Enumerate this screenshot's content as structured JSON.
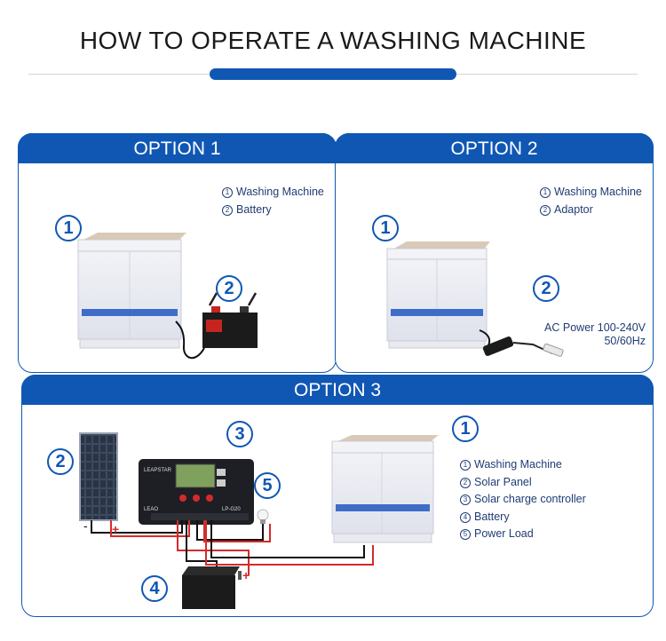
{
  "title": "HOW TO OPERATE A WASHING MACHINE",
  "option1": {
    "tab": "OPTION 1",
    "callouts": [
      "1",
      "2"
    ],
    "legend": [
      {
        "num": "1",
        "text": "Washing Machine"
      },
      {
        "num": "2",
        "text": "Battery"
      }
    ]
  },
  "option2": {
    "tab": "OPTION 2",
    "callouts": [
      "1",
      "2"
    ],
    "legend": [
      {
        "num": "1",
        "text": "Washing Machine"
      },
      {
        "num": "2",
        "text": "Adaptor"
      }
    ],
    "ac_line1": "AC Power 100-240V",
    "ac_line2": "50/60Hz"
  },
  "option3": {
    "tab": "OPTION 3",
    "callouts": [
      "1",
      "2",
      "3",
      "4",
      "5"
    ],
    "legend": [
      {
        "num": "1",
        "text": "Washing Machine"
      },
      {
        "num": "2",
        "text": "Solar Panel"
      },
      {
        "num": "3",
        "text": "Solar charge controller"
      },
      {
        "num": "4",
        "text": "Battery"
      },
      {
        "num": "5",
        "text": "Power Load"
      }
    ],
    "controller_brand": "LEAPSTAR",
    "controller_model": "LP-G20",
    "controller_logo": "LEAO"
  },
  "colors": {
    "accent": "#1057b4",
    "text": "#1f3c73"
  }
}
